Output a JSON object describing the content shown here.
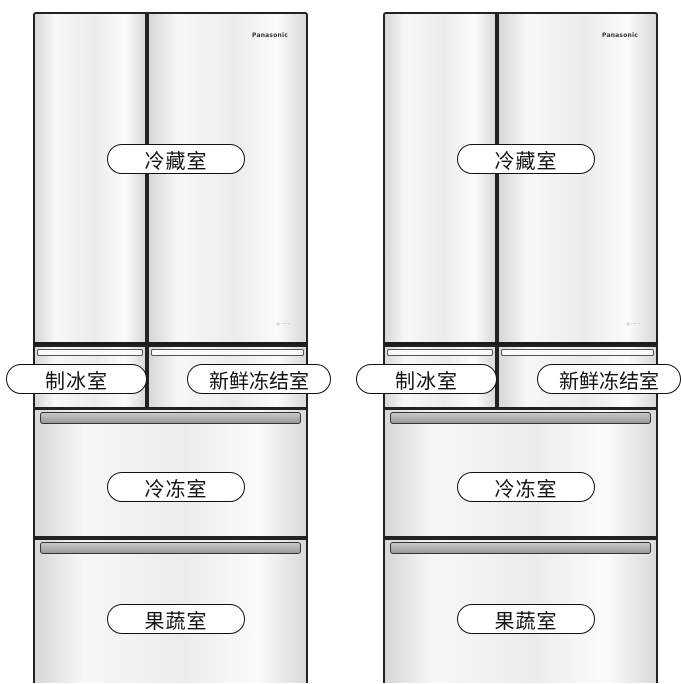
{
  "brand": "Panasonic",
  "compartments": {
    "refrigerator": "冷藏室",
    "ice_maker": "制冰室",
    "fresh_freeze": "新鲜冻结室",
    "freezer": "冷冻室",
    "vegetable": "果蔬室"
  },
  "fridges": [
    {
      "side": "left"
    },
    {
      "side": "right"
    }
  ]
}
